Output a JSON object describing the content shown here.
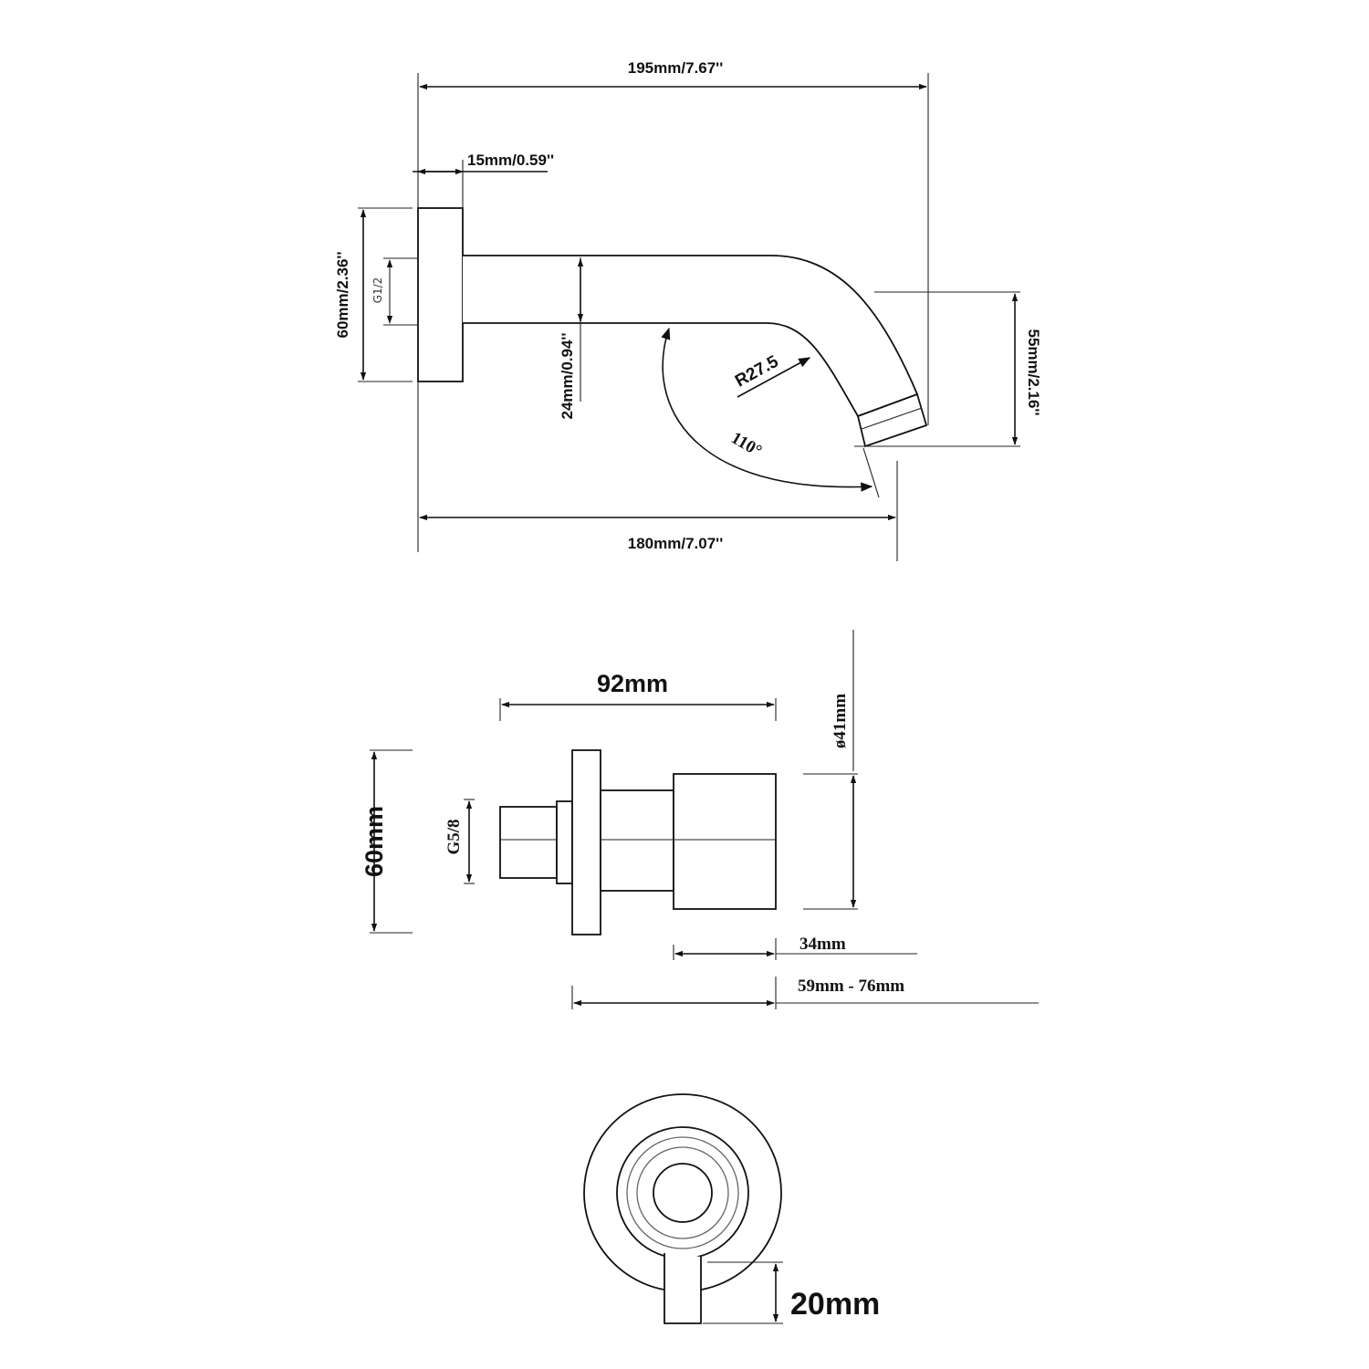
{
  "top_view": {
    "overall_length": "195mm/7.67''",
    "flange_thickness": "15mm/0.59''",
    "flange_height": "60mm/2.36''",
    "thread": "G1/2",
    "pipe_diameter": "24mm/0.94''",
    "bend_radius": "R27.5",
    "angle": "110°",
    "drop": "55mm/2.16''",
    "projection": "180mm/7.07''"
  },
  "side_view": {
    "length": "92mm",
    "height": "60mm",
    "thread": "G5/8",
    "diameter": "ø41mm",
    "body_length": "34mm",
    "adjust_range": "59mm - 76mm"
  },
  "front_view": {
    "spout_width": "20mm"
  }
}
